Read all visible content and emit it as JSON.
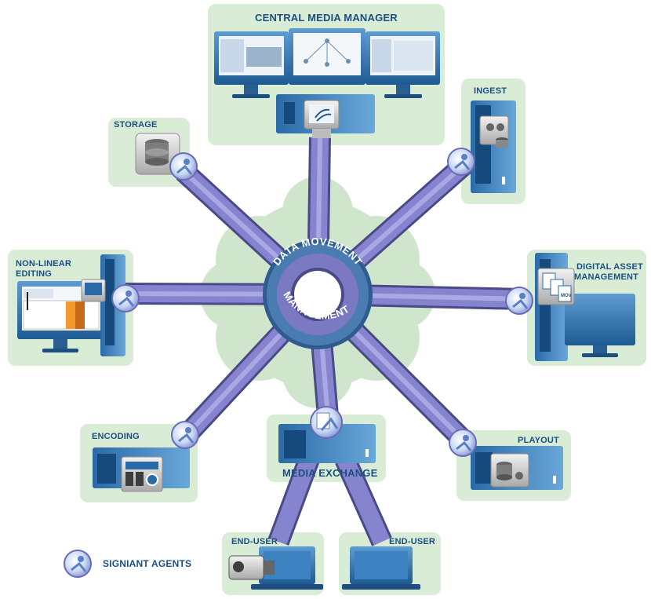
{
  "hub": {
    "line1": "DATA MOVEMENT",
    "line2": "MANAGEMENT"
  },
  "nodes": {
    "central": "CENTRAL MEDIA MANAGER",
    "ingest": "INGEST",
    "storage": "STORAGE",
    "nle_line1": "NON-LINEAR",
    "nle_line2": "EDITING",
    "dam_line1": "DIGITAL ASSET",
    "dam_line2": "MANAGEMENT",
    "encoding": "ENCODING",
    "media_exchange": "MEDIA EXCHANGE",
    "playout": "PLAYOUT",
    "end_user_1": "END-USER",
    "end_user_2": "END-USER"
  },
  "legend": {
    "label": "SIGNIANT AGENTS"
  },
  "icons": [
    "agent-icon",
    "monitor-icon",
    "server-tower-icon",
    "database-icon",
    "laptop-icon",
    "camera-icon",
    "file-icon"
  ],
  "colors": {
    "spoke": "#7c79c3",
    "hub": "#3f6fa1",
    "panel": "#d8ecd6",
    "label": "#1b4f83"
  }
}
